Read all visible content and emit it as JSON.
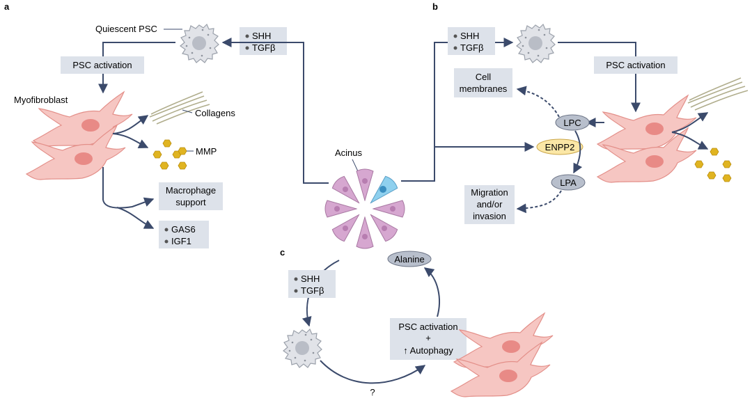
{
  "panels": {
    "a": "a",
    "b": "b",
    "c": "c"
  },
  "labels": {
    "quiescent_psc": "Quiescent PSC",
    "myofibroblast": "Myofibroblast",
    "collagens": "Collagens",
    "mmp": "MMP",
    "acinus": "Acinus",
    "question": "?"
  },
  "boxes": {
    "a_signals": [
      "SHH",
      "TGFβ"
    ],
    "a_psc_activation": "PSC activation",
    "a_macrophage": [
      "Macrophage",
      "support"
    ],
    "a_secreted": [
      "GAS6",
      "IGF1"
    ],
    "b_signals": [
      "SHH",
      "TGFβ"
    ],
    "b_psc_activation": "PSC activation",
    "b_cell_membranes": [
      "Cell",
      "membranes"
    ],
    "b_migration": [
      "Migration",
      "and/or",
      "invasion"
    ],
    "c_signals": [
      "SHH",
      "TGFβ"
    ],
    "c_psc_activation": [
      "PSC activation",
      "+",
      "↑ Autophagy"
    ]
  },
  "ovals": {
    "lpc": "LPC",
    "enpp2": "ENPP2",
    "lpa": "LPA",
    "alanine": "Alanine"
  },
  "colors": {
    "arrow": "#3b4a6b",
    "box_fill": "#dde2ea",
    "oval_fill": "#b8bfcc",
    "enpp2_fill": "#fbe7a6",
    "cell_fill": "#f6c6c2",
    "nucleus_fill": "#e88a86",
    "psc_fill": "#e1e3e8",
    "acinus_fill": "#d6a7d0",
    "acinus_blue": "#8fd0ee",
    "collagen": "#b0ad8c",
    "mmp": "#e0b421"
  }
}
